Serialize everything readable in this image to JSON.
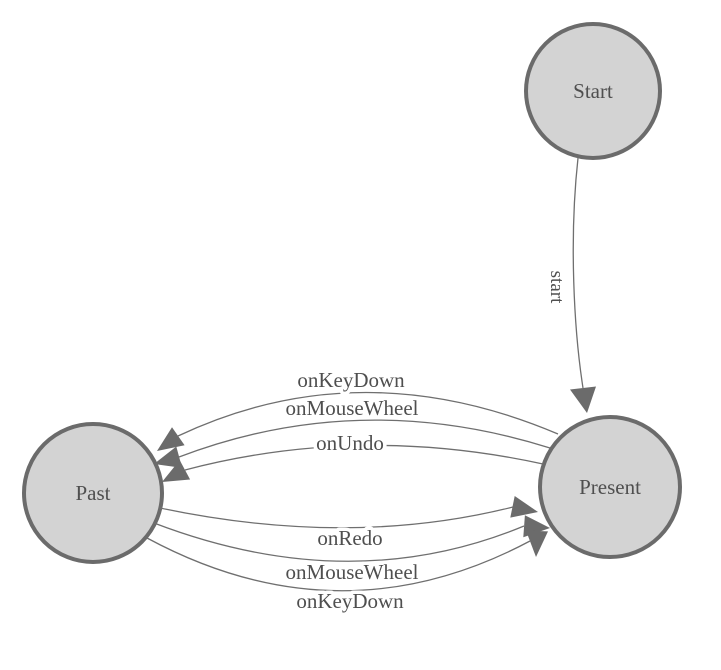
{
  "diagram": {
    "colors": {
      "background": "#ffffff",
      "node_fill": "#d3d3d3",
      "node_stroke": "#6b6b6b",
      "edge_line": "#6f6f6f",
      "arrow_fill": "#6b6b6b",
      "label_text": "#4f4f4f"
    },
    "nodes": [
      {
        "id": "start",
        "label": "Start"
      },
      {
        "id": "present",
        "label": "Present"
      },
      {
        "id": "past",
        "label": "Past"
      }
    ],
    "edges": [
      {
        "from": "start",
        "to": "present",
        "label": "start"
      },
      {
        "from": "present",
        "to": "past",
        "label": "onKeyDown"
      },
      {
        "from": "present",
        "to": "past",
        "label": "onMouseWheel"
      },
      {
        "from": "present",
        "to": "past",
        "label": "onUndo"
      },
      {
        "from": "past",
        "to": "present",
        "label": "onRedo"
      },
      {
        "from": "past",
        "to": "present",
        "label": "onMouseWheel"
      },
      {
        "from": "past",
        "to": "present",
        "label": "onKeyDown"
      }
    ]
  }
}
